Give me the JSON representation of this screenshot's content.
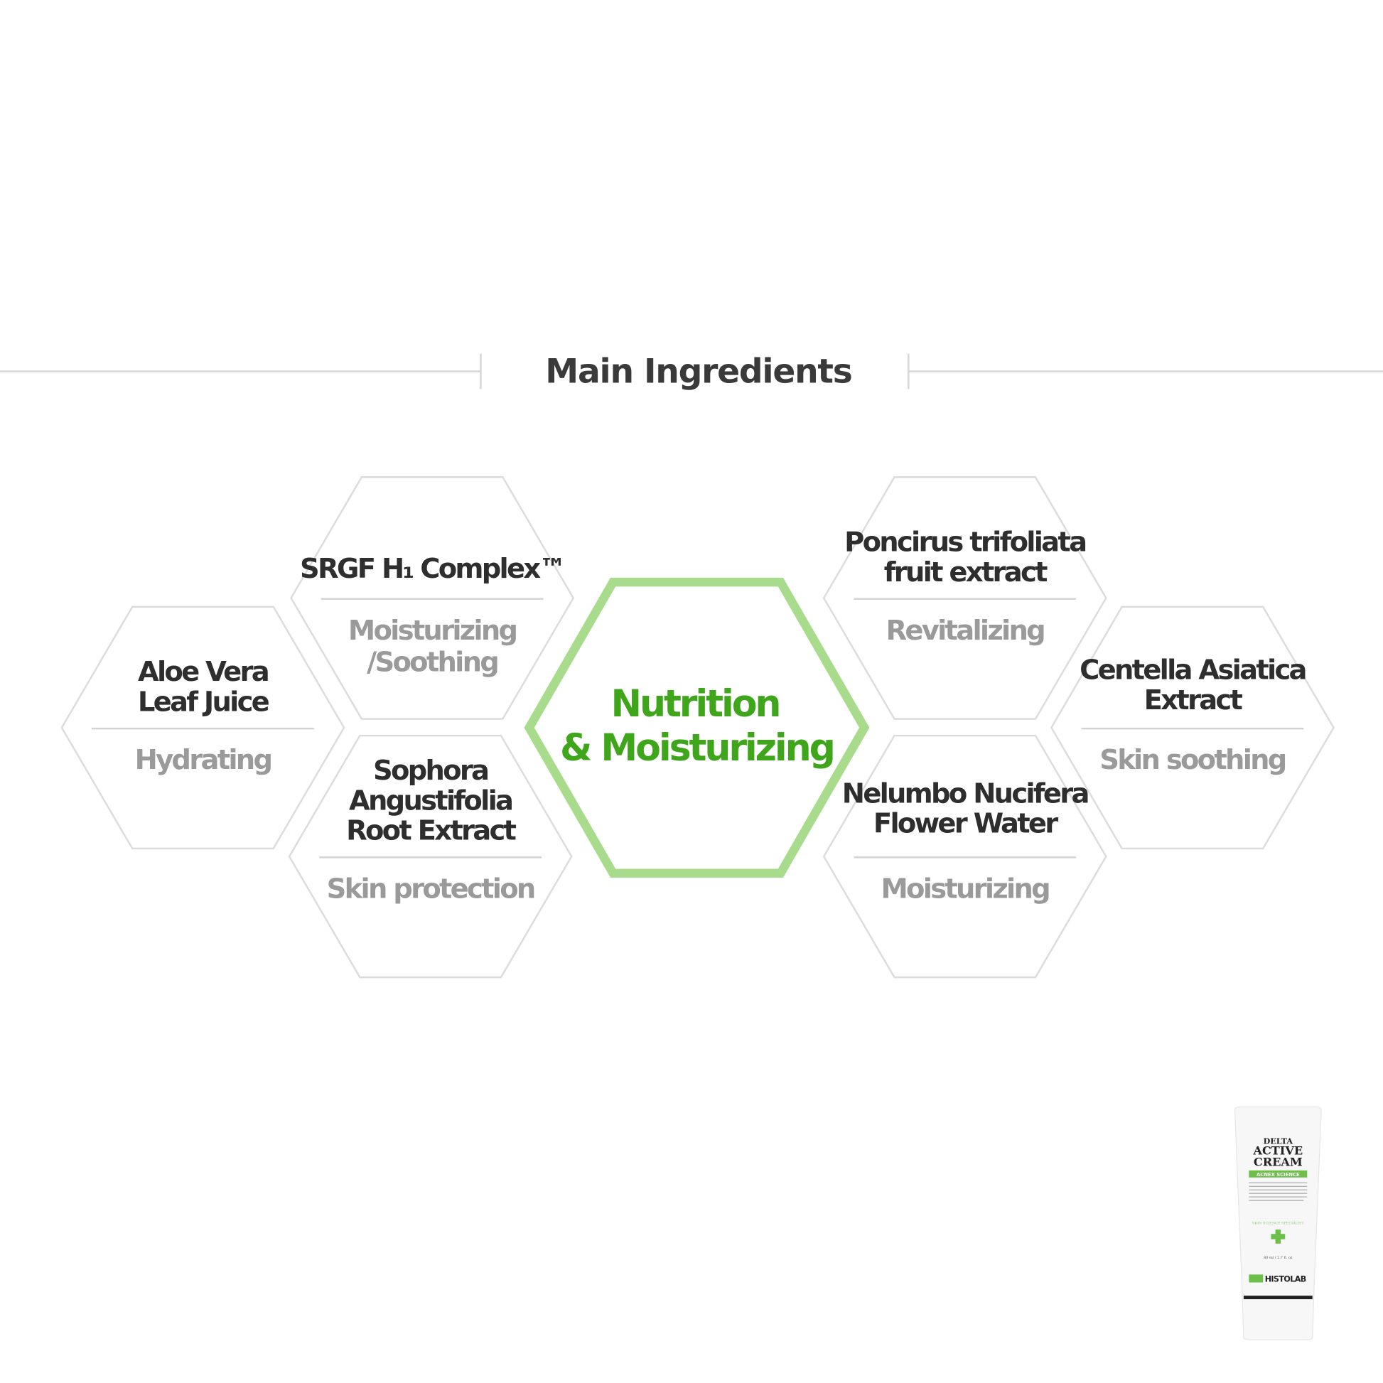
{
  "header": {
    "title": "Main Ingredients"
  },
  "center": {
    "line1": "Nutrition",
    "line2": "& Moisturizing",
    "color": "#3fa61c",
    "border_color": "#a8dc8c"
  },
  "ingredients": [
    {
      "name": [
        "Aloe Vera",
        "Leaf Juice"
      ],
      "effect": [
        "Hydrating"
      ]
    },
    {
      "name": [
        "SRGF H₁ Complex™"
      ],
      "effect": [
        "Moisturizing",
        "/Soothing"
      ]
    },
    {
      "name": [
        "Sophora",
        "Angustifolia",
        "Root Extract"
      ],
      "effect": [
        "Skin protection"
      ]
    },
    {
      "name": [
        "Poncirus trifoliata",
        "fruit extract"
      ],
      "effect": [
        "Revitalizing"
      ]
    },
    {
      "name": [
        "Nelumbo Nucifera",
        "Flower Water"
      ],
      "effect": [
        "Moisturizing"
      ]
    },
    {
      "name": [
        "Centella Asiatica",
        "Extract"
      ],
      "effect": [
        "Skin soothing"
      ]
    }
  ],
  "product": {
    "line1": "DELTA",
    "line2": "ACTIVE",
    "line3": "CREAM",
    "band": "ACNEX SCIENCE",
    "seal": "SKIN SCIENCE SPECIALIST",
    "volume": "80 ml / 2.7 fl. oz",
    "brand": "HISTOLAB",
    "accent": "#6cc04a"
  }
}
